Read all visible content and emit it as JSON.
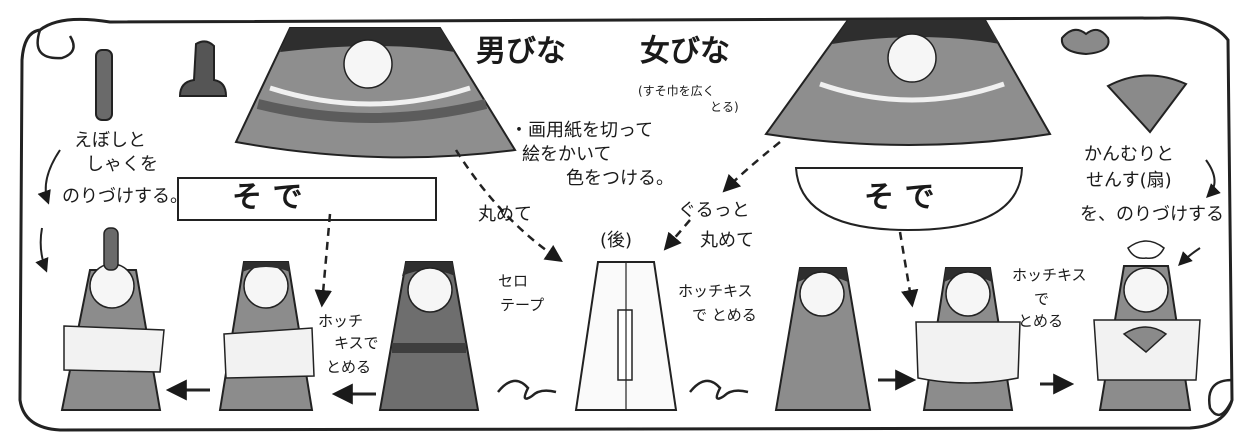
{
  "titles": {
    "male": "男びな",
    "female": "女びな",
    "female_note_line1": "(すそ巾を広く",
    "female_note_line2": "とる)"
  },
  "notes": {
    "paper_line1": "・画用紙を切って",
    "paper_line2": "絵をかいて",
    "paper_line3": "色をつける。",
    "eboshi_line1": "えぼしと",
    "eboshi_line2": "しゃくを",
    "eboshi_line3": "のりづけする。",
    "kanmuri_line1": "かんむりと",
    "kanmuri_line2": "せんす(扇)",
    "kanmuri_line3": "を、のりづけする",
    "roll_left": "丸めて",
    "roll_right_line1": "ぐるっと",
    "roll_right_line2": "丸めて",
    "back": "(後)",
    "tape_line1": "セロ",
    "tape_line2": "テープ",
    "stapler_center_line1": "ホッチキス",
    "stapler_center_line2": "で とめる",
    "stapler_left_line1": "ホッチ",
    "stapler_left_line2": "キスで",
    "stapler_left_line3": "とめる",
    "stapler_right_line1": "ホッチキス",
    "stapler_right_line2": "で",
    "stapler_right_line3": "とめる"
  },
  "sleeves": {
    "left": "そ で",
    "right": "そ で"
  },
  "colors": {
    "ink": "#1a1a1a",
    "robe_gray": "#8c8c8c",
    "robe_dark": "#5e5e5e",
    "skin": "#f6f6f6",
    "hair": "#2e2e2e"
  }
}
